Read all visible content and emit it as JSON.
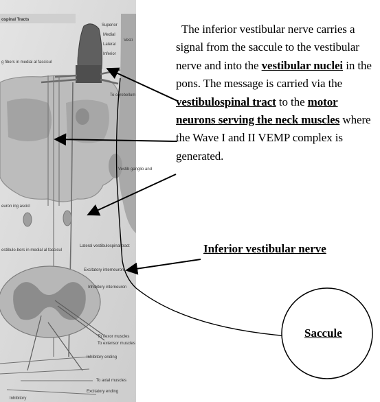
{
  "description": {
    "t1": "The inferior vestibular nerve carries a signal from the saccule to the vestibular nerve and into the ",
    "k1": "vestibular nuclei",
    "t2": " in the pons.  The message is carried via the ",
    "k2": "vestibulospinal tract",
    "t3": " to the ",
    "k3": "motor neurons serving the neck muscles",
    "t4": " where the Wave I and II VEMP complex is generated."
  },
  "labels": {
    "inferior_vestibular_nerve": "Inferior vestibular nerve",
    "saccule": "Saccule"
  },
  "scan": {
    "header": "ospinal Tracts",
    "nuclei": [
      "Superior",
      "Medial",
      "Lateral",
      "Inferior"
    ],
    "vest": "Vesti",
    "to_cerebellum": "To cerebellum",
    "fibers_medial": "g fibers in medial al fascicul",
    "vest_ganglion": "Vestib ganglio and",
    "neuron_left": "euron ing ascicl",
    "bers_left": "estibulo-bers in medial al fascicul",
    "lateral_tract": "Lateral vestibulospinal tract",
    "excitatory": "Excitatory interneuron",
    "inhibitory": "Inhibitory interneuron",
    "flexor": "To flexor muscles",
    "extensor": "To extensor muscles",
    "inhibitory_ending": "Inhibitory ending",
    "axial": "To axial muscles",
    "excitatory_ending": "Excitatory ending",
    "inhibitory_bottom": "Inhibitory"
  }
}
